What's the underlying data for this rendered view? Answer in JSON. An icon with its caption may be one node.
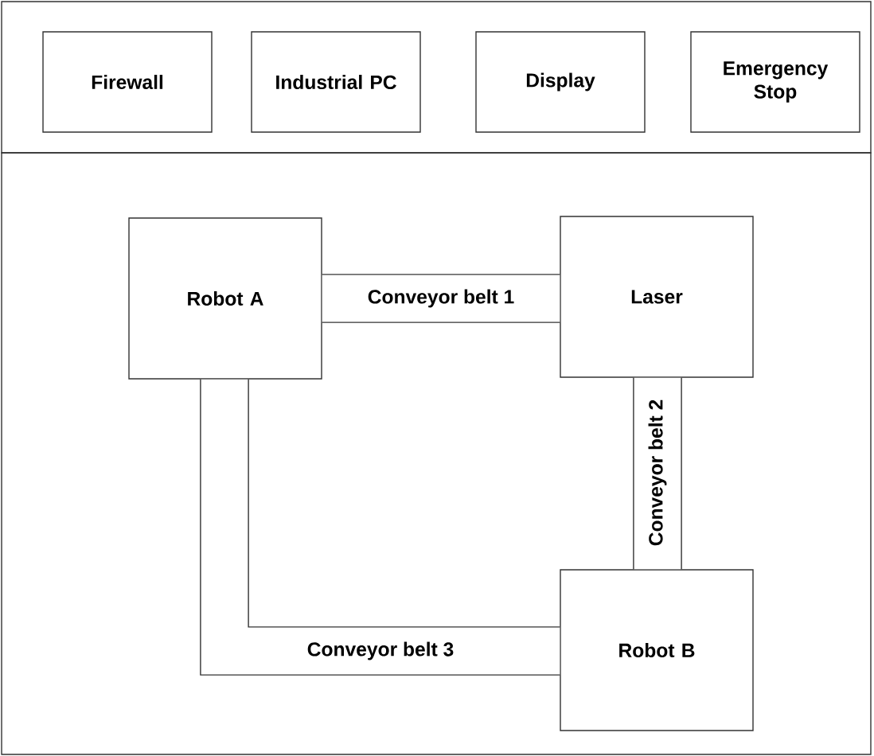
{
  "diagram": {
    "nodes": [
      {
        "text": [],
        "shape": "box"
      },
      {
        "text": [
          "Firewall"
        ],
        "in": 0
      },
      {
        "text": [
          "Industrial PC"
        ],
        "in": 0
      },
      {
        "text": [
          "Display"
        ],
        "in": 0
      },
      {
        "text": [
          "Emergency Stop"
        ],
        "in": 0
      },
      {
        "text": [],
        "shape": "box"
      },
      {
        "text": [
          "Robot A"
        ],
        "in": 5
      },
      {
        "text": [
          "Laser"
        ],
        "in": 5
      },
      {
        "text": [
          "Robot B"
        ],
        "in": 5
      }
    ],
    "edges": [
      {
        "from": 6,
        "to": 7,
        "arrow": "none",
        "label": "Conveyor belt 1"
      },
      {
        "from": 7,
        "to": 8,
        "arrow": "none",
        "label": "Conveyor belt 2"
      },
      {
        "from": 6,
        "to": 8,
        "arrow": "none",
        "label": "Conveyor belt 3"
      }
    ]
  }
}
